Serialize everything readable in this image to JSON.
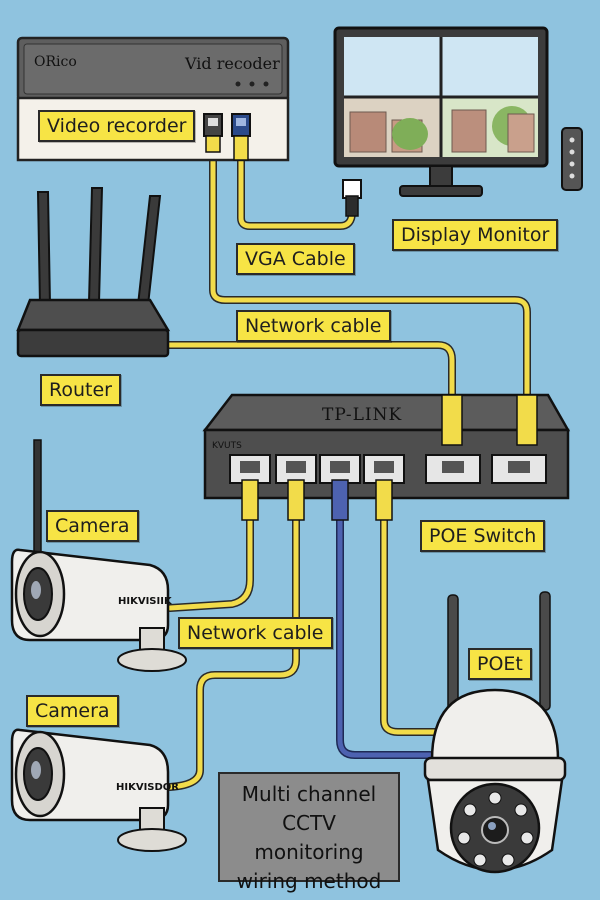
{
  "recorder": {
    "brand": "ORico",
    "model_text": "Vid recoder",
    "label": "Video recorder"
  },
  "monitor": {
    "label": "Display Monitor"
  },
  "router": {
    "label": "Router"
  },
  "switch": {
    "brand": "TP-LINK",
    "small_text": "KVUTS",
    "label": "POE Switch"
  },
  "cables": {
    "vga_label": "VGA Cable",
    "network_label_top": "Network cable",
    "network_label_bottom": "Network cable"
  },
  "cameras": [
    {
      "label": "Camera",
      "brand": "HIKVISIIK"
    },
    {
      "label": "Camera",
      "brand": "HIKVISDOR"
    }
  ],
  "dome_camera": {
    "label": "POEt"
  },
  "caption": {
    "lines": [
      "Multi channel",
      "CCTV monitoring",
      "wiring method"
    ]
  },
  "colors": {
    "background": "#8fc3df",
    "label_fill": "#f7e445",
    "cable_yellow": "#f2dc4a",
    "cable_blue": "#4d62b0",
    "device_dark": "#5a5a5a",
    "caption_fill": "#8c8c8c"
  }
}
